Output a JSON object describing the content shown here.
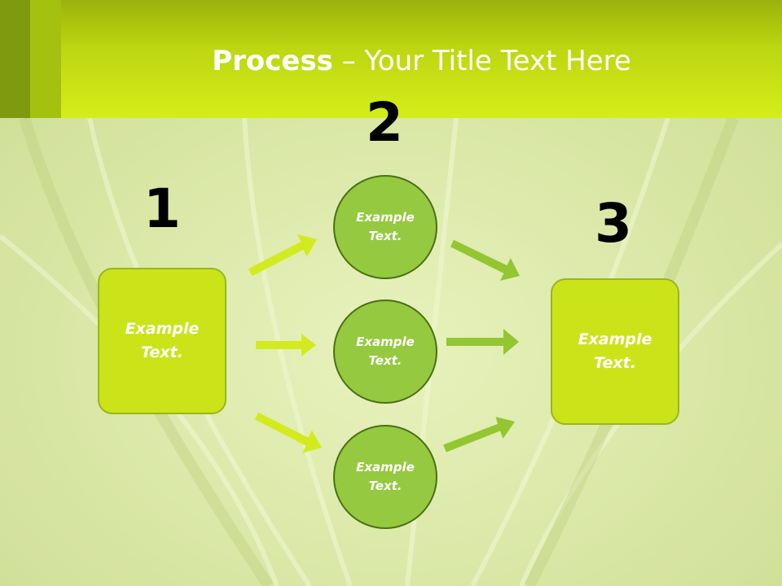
{
  "slide": {
    "title_bold": "Process",
    "title_rest": " – Your Title Text Here"
  },
  "steps": [
    {
      "number": "1",
      "box_line1": "Example",
      "box_line2": "Text."
    },
    {
      "number": "2"
    },
    {
      "number": "3",
      "box_line1": "Example",
      "box_line2": "Text."
    }
  ],
  "circles": [
    {
      "line1": "Example",
      "line2": "Text."
    },
    {
      "line1": "Example",
      "line2": "Text."
    },
    {
      "line1": "Example",
      "line2": "Text."
    }
  ],
  "colors": {
    "header": "#d4ee1a",
    "box_fill": "#cbe41a",
    "circle_fill": "#95c93f",
    "arrow_light": "#d2eb20",
    "arrow_dark": "#93c631"
  }
}
